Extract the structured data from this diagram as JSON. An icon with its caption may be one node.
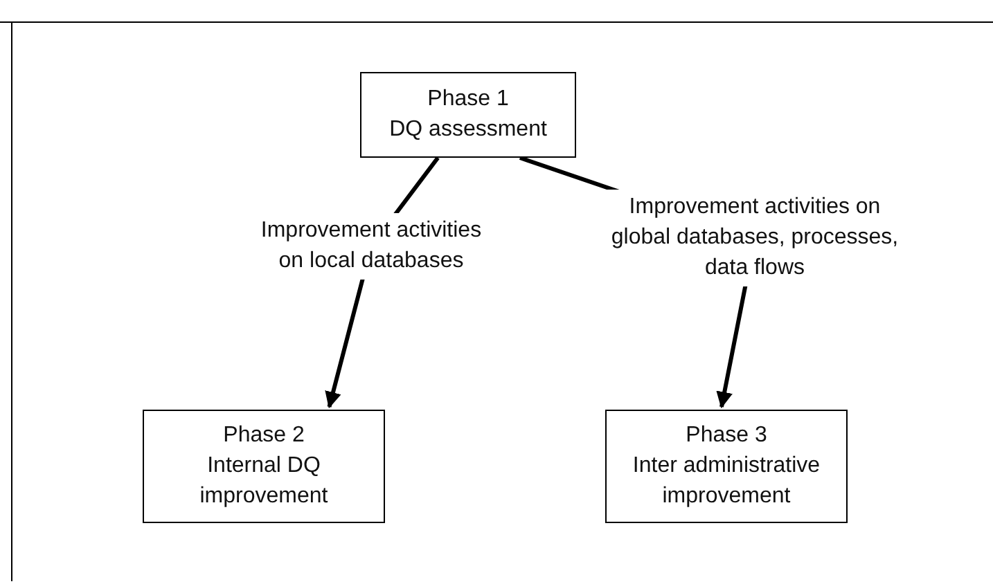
{
  "diagram": {
    "nodes": [
      {
        "text": [
          "Phase 1",
          "DQ assessment"
        ]
      },
      {
        "text": [
          "Phase 2",
          "Internal DQ improvement"
        ]
      },
      {
        "text": [
          "Phase 3",
          "Inter administrative improvement"
        ]
      }
    ],
    "edges": [
      {
        "from": 0,
        "to": 1,
        "arrow": "to",
        "label": "Improvement activities on local databases"
      },
      {
        "from": 0,
        "to": 2,
        "arrow": "to",
        "label": "Improvement activities on global databases, processes, data flows"
      }
    ]
  }
}
